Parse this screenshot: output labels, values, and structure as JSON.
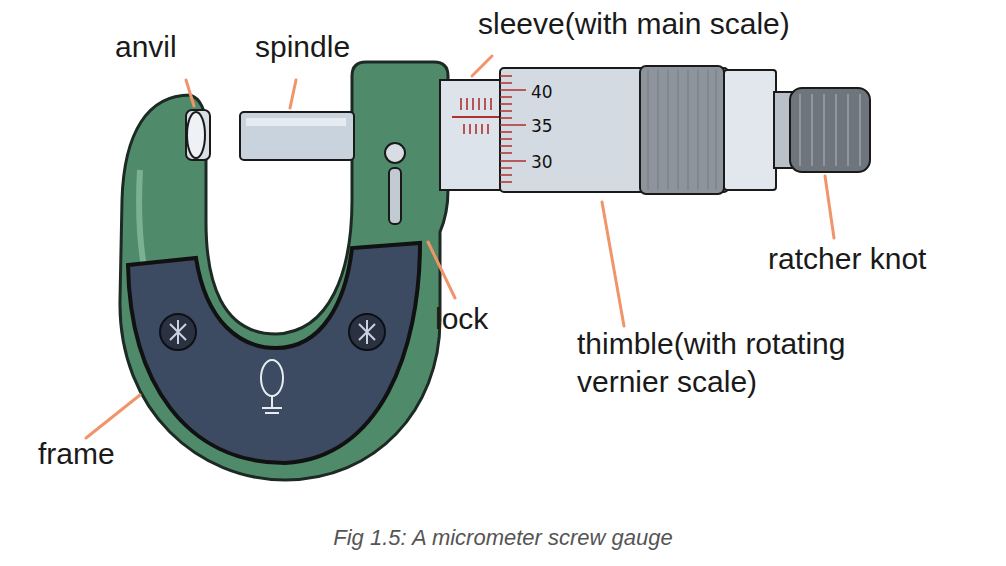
{
  "diagram": {
    "caption": "Fig 1.5: A micrometer screw gauge",
    "labels": [
      "anvil",
      "spindle",
      "sleeve(with main scale)",
      "40",
      "35",
      "30",
      "ratcher knot",
      "lock",
      "thimble(with rotating vernier scale)",
      "frame"
    ]
  }
}
